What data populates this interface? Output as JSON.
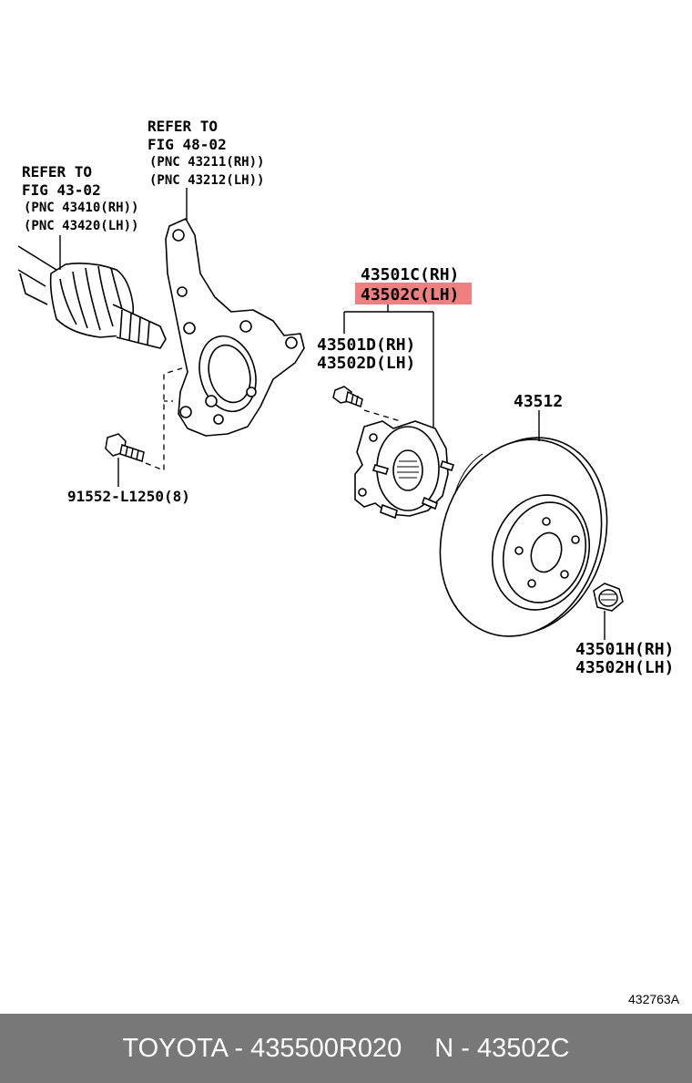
{
  "diagram": {
    "callouts": {
      "knuckle": {
        "refer": "REFER TO",
        "fig": "FIG 48-02",
        "pnc_rh": "(PNC 43211(RH))",
        "pnc_lh": "(PNC 43212(LH))"
      },
      "driveshaft": {
        "refer": "REFER TO",
        "fig": "FIG 43-02",
        "pnc_rh": "(PNC 43410(RH))",
        "pnc_lh": "(PNC 43420(LH))"
      },
      "hub_assy": {
        "rh": "43501C(RH)",
        "lh": "43502C(LH)"
      },
      "hub_bolt": {
        "rh": "43501D(RH)",
        "lh": "43502D(LH)"
      },
      "rotor": "43512",
      "bolt": "91552-L1250(8)",
      "nut": {
        "rh": "43501H(RH)",
        "lh": "43502H(LH)"
      }
    },
    "highlighted_part": "43502C(LH)",
    "highlight_color": "#f08080",
    "figure_id": "432763A"
  },
  "footer": {
    "brand_part": "TOYOTA - 435500R020",
    "pnc": "N - 43502C",
    "background": "#787878"
  }
}
